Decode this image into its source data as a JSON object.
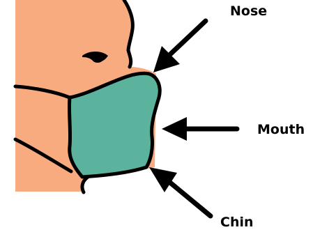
{
  "labels": {
    "nose": "Nose",
    "mouth": "Mouth",
    "chin": "Chin"
  },
  "colors": {
    "skin": "#F9AB80",
    "mask": "#5BB39E",
    "outline": "#000000",
    "background": "#FFFFFF"
  }
}
